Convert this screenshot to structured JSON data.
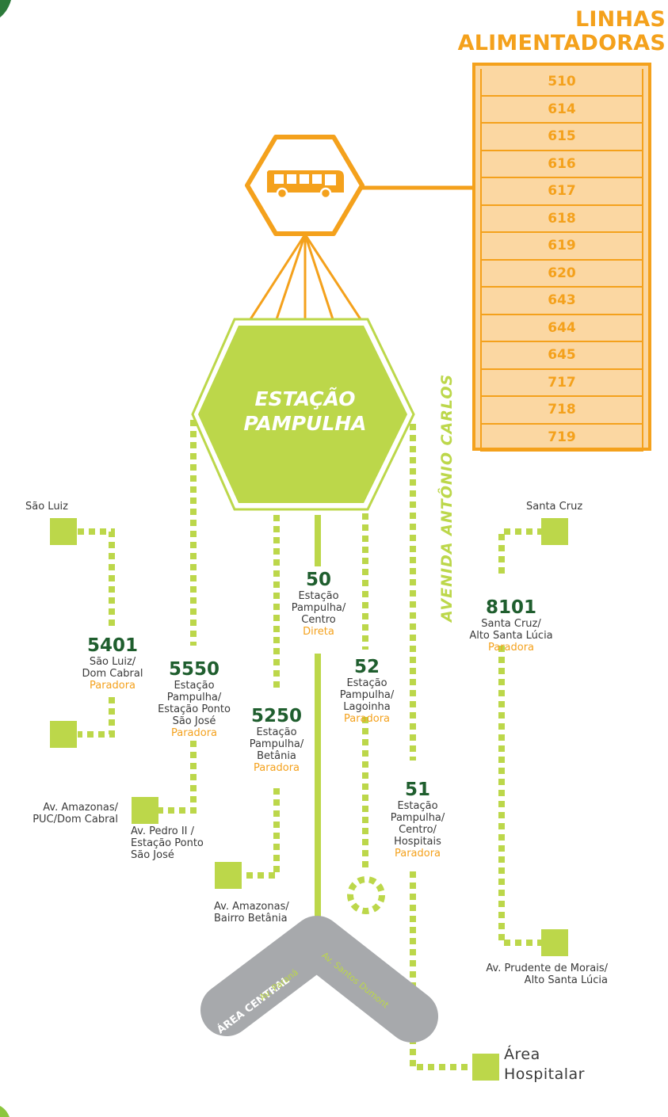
{
  "header": {
    "title_line1": "LINHAS",
    "title_line2": "ALIMENTADORAS"
  },
  "feeder_lines": [
    "510",
    "614",
    "615",
    "616",
    "617",
    "618",
    "619",
    "620",
    "643",
    "644",
    "645",
    "717",
    "718",
    "719"
  ],
  "hub": {
    "label": "ESTAÇÃO\nPAMPULHA"
  },
  "avenue": {
    "label": "AVENIDA ANTÔNIO CARLOS"
  },
  "central": {
    "label": "ÁREA CENTRAL",
    "road_left": "Av. Paraná",
    "road_right": "Av. Santos Dumont"
  },
  "routes": {
    "r50": {
      "number": "50",
      "destination": "Estação\nPampulha/\nCentro",
      "service": "Direta"
    },
    "r5401": {
      "number": "5401",
      "destination": "São Luiz/\nDom Cabral",
      "service": "Paradora"
    },
    "r5550": {
      "number": "5550",
      "destination": "Estação\nPampulha/\nEstação Ponto\nSão José",
      "service": "Paradora"
    },
    "r5250": {
      "number": "5250",
      "destination": "Estação\nPampulha/\nBetânia",
      "service": "Paradora"
    },
    "r52": {
      "number": "52",
      "destination": "Estação\nPampulha/\nLagoinha",
      "service": "Paradora"
    },
    "r51": {
      "number": "51",
      "destination": "Estação\nPampulha/\nCentro/\nHospitais",
      "service": "Paradora"
    },
    "r8101": {
      "number": "8101",
      "destination": "Santa Cruz/\nAlto Santa Lúcia",
      "service": "Paradora"
    }
  },
  "places": {
    "sao_luiz": "São Luiz",
    "santa_cruz": "Santa Cruz",
    "amazonas_puc": "Av. Amazonas/\nPUC/Dom Cabral",
    "pedro_ii": "Av. Pedro II /\nEstação Ponto\nSão José",
    "amazonas_betania": "Av. Amazonas/\nBairro Betânia",
    "prudente": "Av. Prudente de Morais/\nAlto Santa Lúcia",
    "area_hospitalar": "Área\nHospitalar"
  },
  "colors": {
    "orange": "#f4a11c",
    "orange_light": "#fbd7a2",
    "green": "#bcd74a",
    "dark_green": "#1f5e2e",
    "gray": "#a7a9ac"
  },
  "icons": {
    "bus": "bus-icon"
  }
}
